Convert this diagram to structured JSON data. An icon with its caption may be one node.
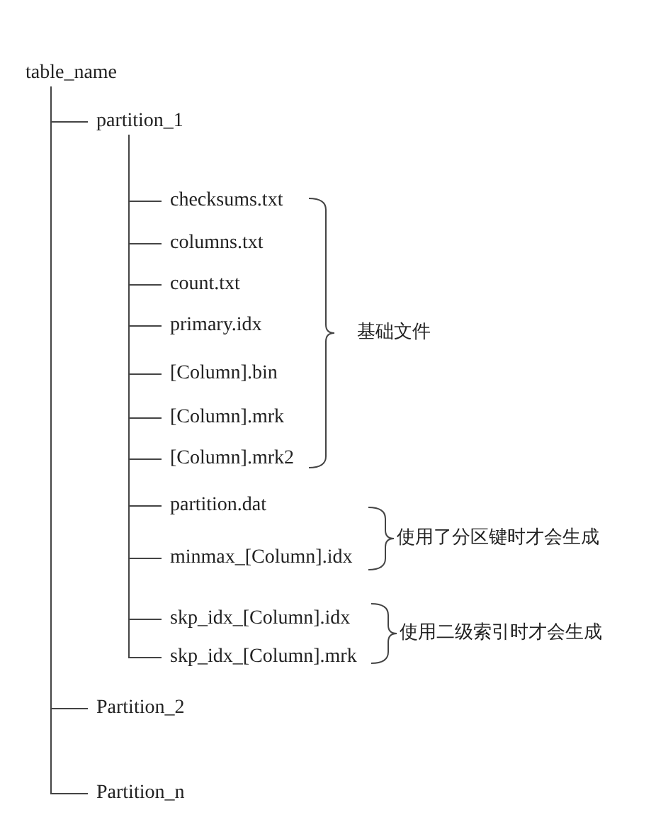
{
  "diagram": {
    "nodes": [
      {
        "text": [
          "table_name"
        ]
      },
      {
        "text": [
          "partition_1"
        ]
      },
      {
        "text": [
          "checksums.txt"
        ]
      },
      {
        "text": [
          "columns.txt"
        ]
      },
      {
        "text": [
          "count.txt"
        ]
      },
      {
        "text": [
          "primary.idx"
        ]
      },
      {
        "text": [
          "[Column].bin"
        ]
      },
      {
        "text": [
          "[Column].mrk"
        ]
      },
      {
        "text": [
          "[Column].mrk2"
        ]
      },
      {
        "text": [
          "partition.dat"
        ]
      },
      {
        "text": [
          "minmax_[Column].idx"
        ]
      },
      {
        "text": [
          "skp_idx_[Column].idx"
        ]
      },
      {
        "text": [
          "skp_idx_[Column].mrk"
        ]
      },
      {
        "text": [
          "Partition_2"
        ]
      },
      {
        "text": [
          "Partition_n"
        ]
      }
    ],
    "edges": [
      {
        "from": 0,
        "to": 1,
        "arrow": "none"
      },
      {
        "from": 1,
        "to": 2,
        "arrow": "none"
      },
      {
        "from": 1,
        "to": 3,
        "arrow": "none"
      },
      {
        "from": 1,
        "to": 4,
        "arrow": "none"
      },
      {
        "from": 1,
        "to": 5,
        "arrow": "none"
      },
      {
        "from": 1,
        "to": 6,
        "arrow": "none"
      },
      {
        "from": 1,
        "to": 7,
        "arrow": "none"
      },
      {
        "from": 1,
        "to": 8,
        "arrow": "none"
      },
      {
        "from": 1,
        "to": 9,
        "arrow": "none"
      },
      {
        "from": 1,
        "to": 10,
        "arrow": "none"
      },
      {
        "from": 1,
        "to": 11,
        "arrow": "none"
      },
      {
        "from": 1,
        "to": 12,
        "arrow": "none"
      },
      {
        "from": 0,
        "to": 13,
        "arrow": "none"
      },
      {
        "from": 0,
        "to": 14,
        "arrow": "none"
      }
    ],
    "labels": [
      "基础文件",
      "使用了分区键时才会生成",
      "使用二级索引时才会生成"
    ]
  }
}
